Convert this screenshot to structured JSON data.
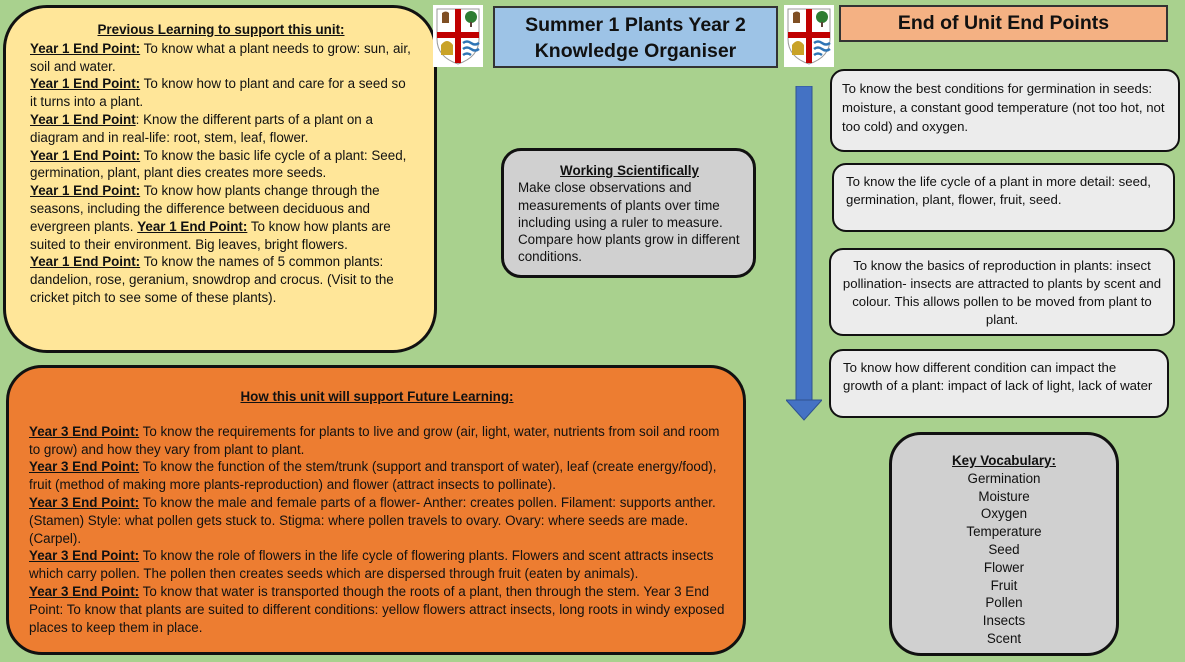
{
  "title_box": {
    "line1": "Summer 1 Plants Year 2",
    "line2": "Knowledge Organiser"
  },
  "end_points_title": "End of Unit End Points",
  "previous": {
    "heading": "Previous Learning to support this unit:",
    "items": [
      {
        "label": "Year 1 End Point:",
        "text": " To know what a plant needs to grow: sun, air, soil and water."
      },
      {
        "label": "Year 1 End Point:",
        "text": " To know how to plant and care for a seed so it turns into a plant."
      },
      {
        "label": "Year 1 End Point",
        "text": ": Know the different parts of a plant on a diagram and in real-life: root, stem, leaf, flower."
      },
      {
        "label": "Year 1 End Point:",
        "text": " To know the basic life cycle of a plant: Seed, germination, plant, plant dies creates more seeds."
      },
      {
        "label": "Year 1 End Point:",
        "text": " To know how plants change through the seasons, including the difference between deciduous and evergreen plants. ",
        "label2": "Year 1 End Point:",
        "text2": " To know how plants are suited to their environment. Big leaves, bright flowers."
      },
      {
        "label": "Year 1 End Point:",
        "text": " To know the names of 5 common plants: dandelion, rose, geranium, snowdrop and crocus. (Visit to the cricket pitch to see some of these plants)."
      }
    ]
  },
  "working_scientifically": {
    "heading": "Working Scientifically",
    "text": "Make close observations and measurements of plants over time including using a ruler to measure. Compare how plants grow in different conditions."
  },
  "end_points": [
    "To know the best conditions for germination in seeds: moisture, a constant good temperature (not too hot, not too cold) and oxygen.",
    "To know the life cycle of a plant in more detail: seed, germination, plant, flower, fruit, seed.",
    "To know the basics of reproduction in plants: insect pollination- insects are attracted to plants by scent and colour. This allows pollen to be moved from plant to plant.",
    "To know how different condition can impact the growth of a plant: impact of lack of light, lack of water"
  ],
  "future": {
    "heading": "How this unit will support Future Learning:",
    "items": [
      {
        "label": "Year 3 End Point:",
        "text": " To know the requirements for plants to live and grow (air, light, water, nutrients from soil and room to grow) and how they vary from plant to plant."
      },
      {
        "label": "Year 3 End Point:",
        "text": " To know the function of the stem/trunk (support and transport of water), leaf (create energy/food), fruit (method of making more plants-reproduction) and flower (attract insects to pollinate)."
      },
      {
        "label": "Year 3 End Point:",
        "text": " To know the male and female parts of a flower- Anther: creates pollen. Filament: supports anther.(Stamen) Style: what pollen gets stuck to. Stigma: where pollen travels to ovary. Ovary: where seeds are made. (Carpel)."
      },
      {
        "label": "Year 3 End Point:",
        "text": " To know the role of flowers in the life cycle of flowering plants. Flowers and scent attracts insects which carry pollen. The pollen then creates seeds which are dispersed through fruit (eaten by animals)."
      },
      {
        "label": "Year 3 End Point:",
        "text": " To know that water is transported though the roots of a plant, then through the stem. Year 3 End Point: To know that plants are suited to different conditions: yellow flowers attract insects, long roots in windy exposed places to keep them in place."
      }
    ]
  },
  "vocabulary": {
    "heading": "Key Vocabulary:",
    "words": [
      "Germination",
      "Moisture",
      "Oxygen",
      "Temperature",
      "Seed",
      "Flower",
      "Fruit",
      "Pollen",
      "Insects",
      "Scent"
    ]
  },
  "colors": {
    "background": "#a9d18e",
    "previous_box": "#ffe699",
    "title_box": "#9dc3e6",
    "end_points_title": "#f4b183",
    "future_box": "#ed7d31",
    "grey_box": "#d0d0d0",
    "arrow": "#4472c4"
  },
  "icons": [
    "school-crest-icon",
    "down-arrow-icon"
  ]
}
